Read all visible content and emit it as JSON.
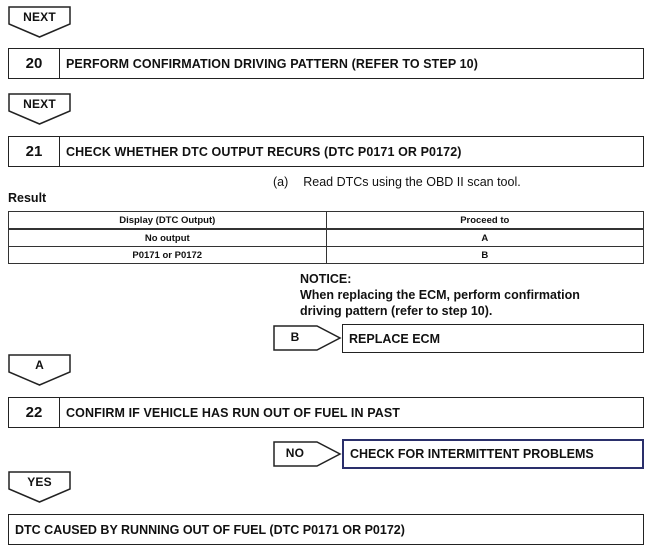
{
  "flow": {
    "next_1": "NEXT",
    "step20": {
      "num": "20",
      "title": "PERFORM CONFIRMATION DRIVING PATTERN (REFER TO STEP 10)"
    },
    "next_2": "NEXT",
    "step21": {
      "num": "21",
      "title": "CHECK WHETHER DTC OUTPUT RECURS (DTC P0171 OR P0172)"
    },
    "instruction": {
      "marker": "(a)",
      "text": "Read DTCs using the OBD II scan tool."
    },
    "result_label": "Result",
    "result_table": {
      "headers": [
        "Display (DTC Output)",
        "Proceed to"
      ],
      "rows": [
        [
          "No output",
          "A"
        ],
        [
          "P0171 or P0172",
          "B"
        ]
      ]
    },
    "notice": {
      "title": "NOTICE:",
      "line1": "When replacing the ECM, perform confirmation",
      "line2": "driving pattern (refer to step 10)."
    },
    "branch_b": {
      "label": "B",
      "action": "REPLACE ECM"
    },
    "branch_a": "A",
    "step22": {
      "num": "22",
      "title": "CONFIRM IF VEHICLE HAS RUN OUT OF FUEL IN PAST"
    },
    "branch_no": {
      "label": "NO",
      "action": "CHECK FOR INTERMITTENT PROBLEMS"
    },
    "branch_yes": "YES",
    "final": "DTC CAUSED BY RUNNING OUT OF FUEL (DTC P0171 OR P0172)"
  }
}
